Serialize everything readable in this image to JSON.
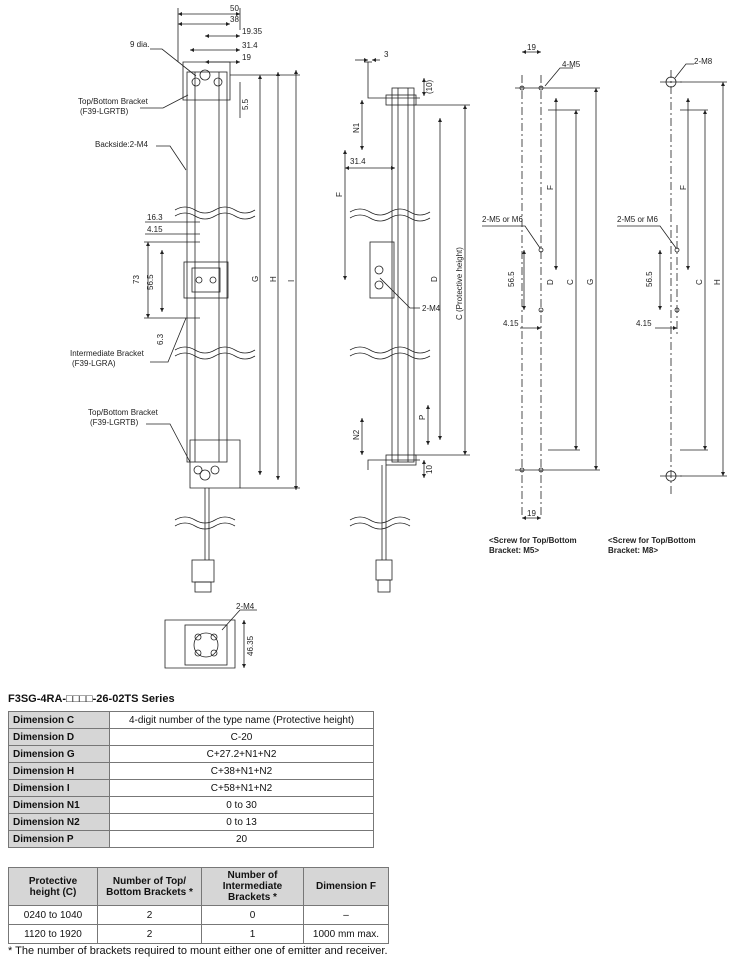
{
  "drawing": {
    "top_dims": [
      "50",
      "38",
      "19.35",
      "31.4",
      "19"
    ],
    "hole_label": "9 dia.",
    "top_bracket_label": [
      "Top/Bottom Bracket",
      "(F39-LGRTB)"
    ],
    "backside_label": "Backside:2-M4",
    "dim_5_5": "5.5",
    "dim_16_3": "16.3",
    "dim_4_15": "4.15",
    "dim_73": "73",
    "dim_56_5": "56.5",
    "dim_6_3": "6.3",
    "dim_G": "G",
    "dim_H": "H",
    "dim_I": "I",
    "intermediate_label": [
      "Intermediate Bracket",
      "(F39-LGRA)"
    ],
    "bottom_bracket_label": [
      "Top/Bottom Bracket",
      "(F39-LGRTB)"
    ],
    "dim_3": "3",
    "dim_10": "(10)",
    "dim_N1": "N1",
    "dim_31_4": "31.4",
    "dim_F": "F",
    "dim_D": "D",
    "dim_C_protective": "C (Protective height)",
    "label_2M4": "2-M4",
    "dim_P": "P",
    "dim_N2": "N2",
    "dim_10b": "10",
    "bottom_view_2M4": "2-M4",
    "dim_46_35": "46.35",
    "m5_view": {
      "dim_19_top": "19",
      "label_4M5": "4-M5",
      "dim_F": "F",
      "label_m5m6": "2-M5 or M6",
      "dim_56_5": "56.5",
      "dim_D": "D",
      "dim_C": "C",
      "dim_G": "G",
      "dim_4_15": "4.15",
      "dim_19_bottom": "19",
      "caption": [
        "<Screw for Top/Bottom",
        "Bracket: M5>"
      ]
    },
    "m8_view": {
      "label_2M8": "2-M8",
      "dim_F": "F",
      "label_m5m6": "2-M5 or M6",
      "dim_56_5": "56.5",
      "dim_C": "C",
      "dim_H": "H",
      "dim_4_15": "4.15",
      "caption": [
        "<Screw for Top/Bottom",
        "Bracket: M8>"
      ]
    }
  },
  "series_title": "F3SG-4RA-□□□□-26-02TS Series",
  "dimensions_table": [
    {
      "key": "Dimension C",
      "value": "4-digit number of the type name (Protective height)"
    },
    {
      "key": "Dimension D",
      "value": "C-20"
    },
    {
      "key": "Dimension G",
      "value": "C+27.2+N1+N2"
    },
    {
      "key": "Dimension H",
      "value": "C+38+N1+N2"
    },
    {
      "key": "Dimension I",
      "value": "C+58+N1+N2"
    },
    {
      "key": "Dimension N1",
      "value": "0 to 30"
    },
    {
      "key": "Dimension N2",
      "value": "0 to 13"
    },
    {
      "key": "Dimension P",
      "value": "20"
    }
  ],
  "bracket_table": {
    "headers": [
      [
        "Protective",
        "height (C)"
      ],
      [
        "Number of Top/",
        "Bottom Brackets *"
      ],
      [
        "Number of",
        "Intermediate",
        "Brackets *"
      ],
      [
        "Dimension F"
      ]
    ],
    "rows": [
      [
        "0240 to 1040",
        "2",
        "0",
        "–"
      ],
      [
        "1120 to 1920",
        "2",
        "1",
        "1000 mm max."
      ]
    ]
  },
  "footnote": "* The number of brackets required to mount either one of emitter and receiver."
}
